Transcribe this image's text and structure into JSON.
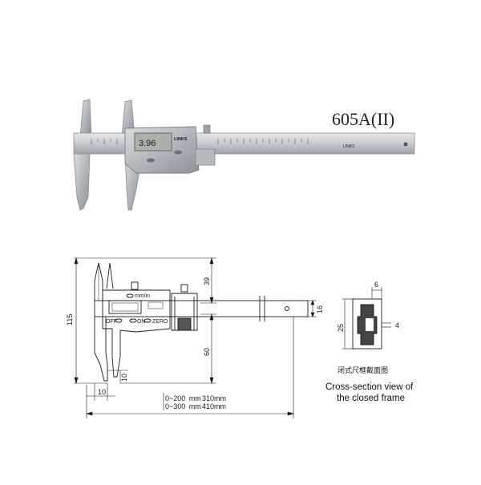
{
  "photo": {
    "model_label": "605A(II)",
    "display_reading": "3.96",
    "brand_logo": "LINKS",
    "beam_brand": "LINKS"
  },
  "drawing": {
    "dim_total_height": "115",
    "dim_upper": "39",
    "dim_lower": "60",
    "dim_beam": "16",
    "dim_jaw_width": "10",
    "dim_tip": "10",
    "range_short": "0~200",
    "range_long": "0~300",
    "unit": "mm",
    "length_short": "310mm",
    "length_long": "410mm",
    "btn_unit": "mm/in",
    "btn_off": "OFF",
    "btn_on": "ON",
    "btn_zero": "ZERO"
  },
  "cross_section": {
    "dim_width": "6",
    "dim_height": "25",
    "dim_gap": "4",
    "title_cn": "闭式尺框截面图",
    "caption_line1": "Cross-section view of",
    "caption_line2": "the closed frame"
  },
  "colors": {
    "steel": "#c9ccd0",
    "steel_dark": "#8c9096",
    "lcd": "#a9b2aa",
    "line": "#1a1a1a"
  }
}
